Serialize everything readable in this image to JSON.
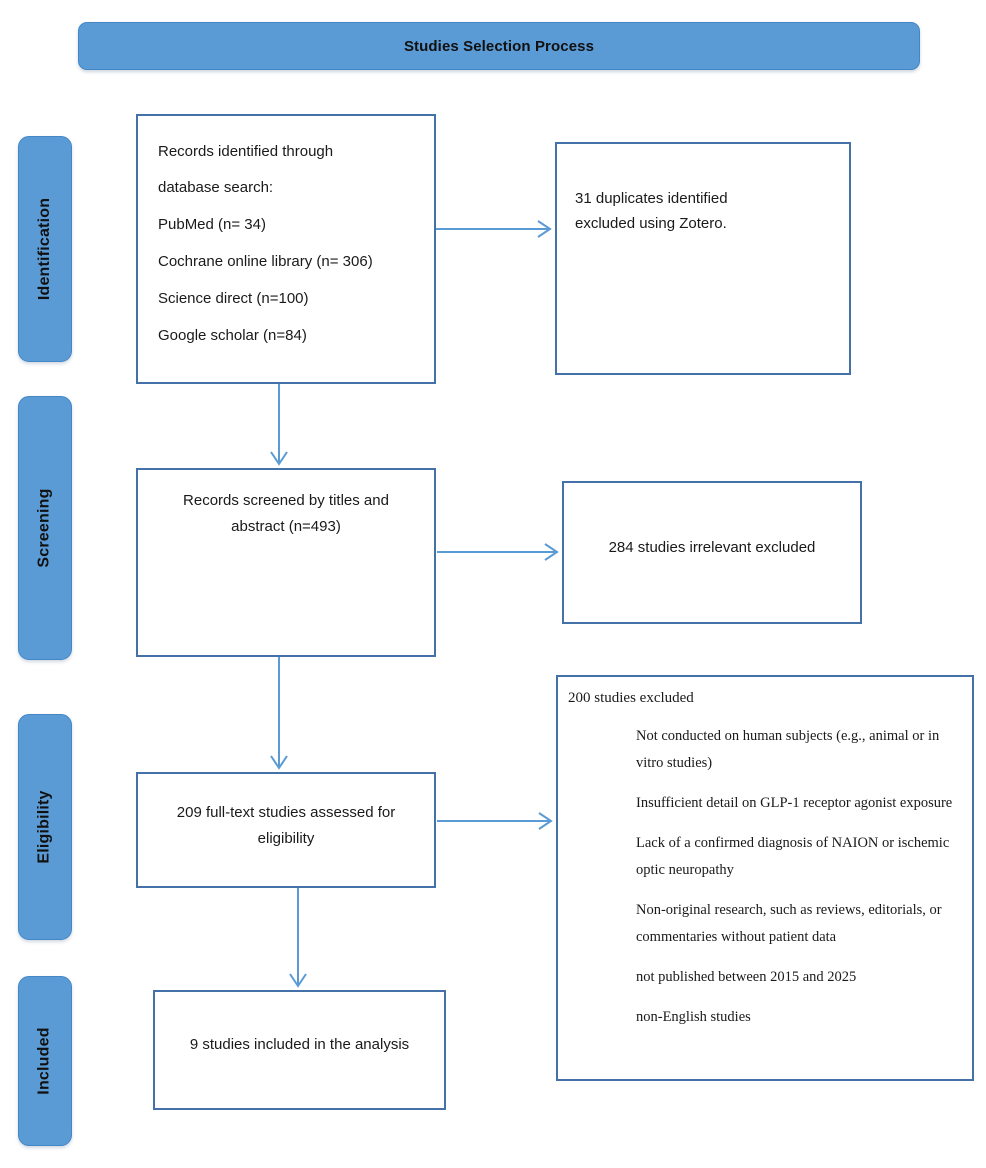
{
  "title": {
    "text": "Studies Selection Process",
    "background_color": "#5B9BD5"
  },
  "stages": [
    {
      "label": "Identification"
    },
    {
      "label": "Screening"
    },
    {
      "label": "Eligibility"
    },
    {
      "label": "Included"
    }
  ],
  "boxes": {
    "records_identified": {
      "heading": "Records identified through database search:",
      "lines": [
        "Records identified through",
        "database search:",
        "PubMed (n= 34)",
        "Cochrane online library (n= 306)",
        "Science direct (n=100)",
        "Google scholar (n=84)"
      ],
      "sources": [
        {
          "name": "PubMed",
          "n": 34
        },
        {
          "name": "Cochrane online library",
          "n": 306
        },
        {
          "name": "Science direct",
          "n": 100
        },
        {
          "name": "Google scholar",
          "n": 84
        }
      ]
    },
    "duplicates": {
      "line1": " 31 duplicates identified",
      "line2": "excluded using Zotero.",
      "count": 31,
      "tool": "Zotero"
    },
    "screened": {
      "text": "Records screened by titles and abstract (n=493)",
      "n": 493
    },
    "irrelevant": {
      "text": "284 studies irrelevant excluded",
      "count": 284
    },
    "full_text": {
      "text": "209 full-text studies assessed for eligibility",
      "count": 209
    },
    "excluded": {
      "heading": "200 studies excluded",
      "count": 200,
      "reasons": [
        "Not conducted on human subjects (e.g., animal or in vitro studies)",
        "Insufficient detail on GLP-1 receptor agonist exposure",
        "Lack of a confirmed diagnosis of NAION or ischemic optic neuropathy",
        "Non-original research, such as reviews, editorials, or commentaries without patient data",
        "not published between 2015 and 2025",
        "non-English studies"
      ]
    },
    "included": {
      "text": "9 studies included in the analysis",
      "count": 9
    }
  },
  "colors": {
    "banner_fill": "#5B9BD5",
    "box_border": "#4472A8",
    "arrow": "#5B9BD5"
  }
}
